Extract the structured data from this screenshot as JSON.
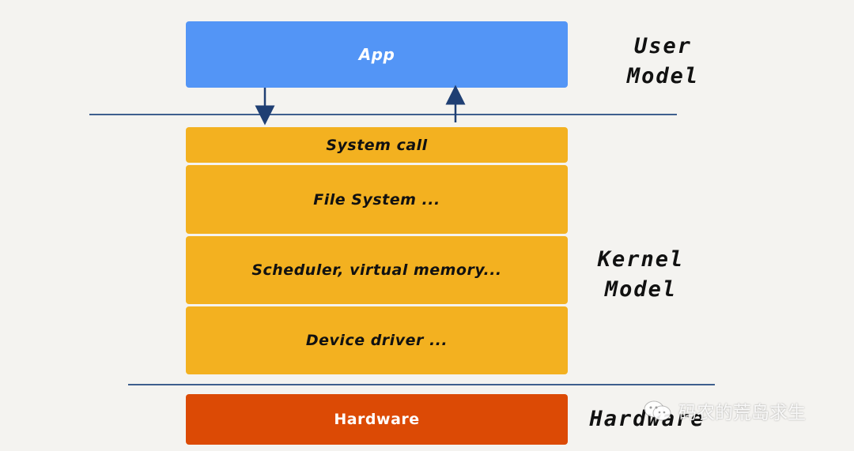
{
  "user_space": {
    "app_label": "App",
    "side_label": "User\nModel"
  },
  "kernel": {
    "layers": [
      "System call",
      "File System ...",
      "Scheduler, virtual memory...",
      "Device driver ..."
    ],
    "side_label": "Kernel\nModel"
  },
  "hardware": {
    "block_label": "Hardware",
    "side_label": "Hardware"
  },
  "watermark": {
    "text": "码农的荒岛求生",
    "icon": "wechat-icon"
  },
  "colors": {
    "app": "#5395f6",
    "kernel": "#f3b120",
    "hardware": "#dc4a05",
    "divider": "#3e5f8e",
    "arrow": "#1f3f73"
  }
}
